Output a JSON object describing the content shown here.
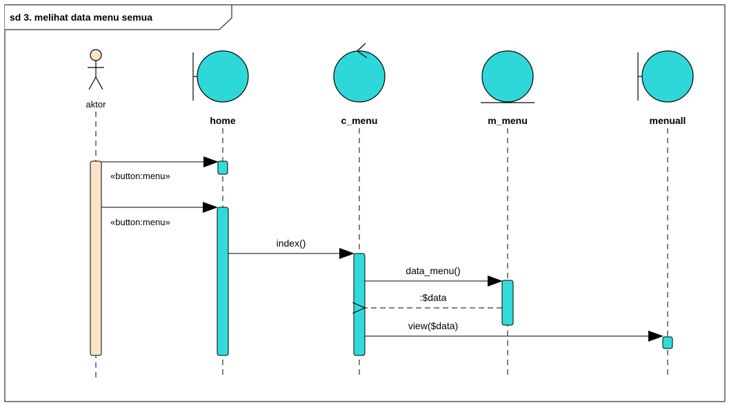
{
  "frame": {
    "title": "sd 3. melihat data menu semua"
  },
  "lifelines": {
    "actor": {
      "label": "aktor",
      "type": "actor"
    },
    "home": {
      "label": "home",
      "type": "boundary"
    },
    "c_menu": {
      "label": "c_menu",
      "type": "control"
    },
    "m_menu": {
      "label": "m_menu",
      "type": "entity"
    },
    "menuall": {
      "label": "menuall",
      "type": "boundary"
    }
  },
  "messages": [
    {
      "from": "aktor",
      "to": "home",
      "label": "«button:menu»",
      "kind": "sync"
    },
    {
      "from": "aktor",
      "to": "home",
      "label": "«button:menu»",
      "kind": "sync"
    },
    {
      "from": "home",
      "to": "c_menu",
      "label": "index()",
      "kind": "sync"
    },
    {
      "from": "c_menu",
      "to": "m_menu",
      "label": "data_menu()",
      "kind": "sync"
    },
    {
      "from": "m_menu",
      "to": "c_menu",
      "label": ":$data",
      "kind": "return"
    },
    {
      "from": "c_menu",
      "to": "menuall",
      "label": "view($data)",
      "kind": "sync"
    }
  ],
  "colors": {
    "frame": "#000000",
    "object_fill": "#2ED8D8",
    "activation_fill": "#33DADA",
    "actor_activation_fill": "#FBE3C7",
    "actor_head": "#FBE3C7",
    "line": "#000000"
  }
}
